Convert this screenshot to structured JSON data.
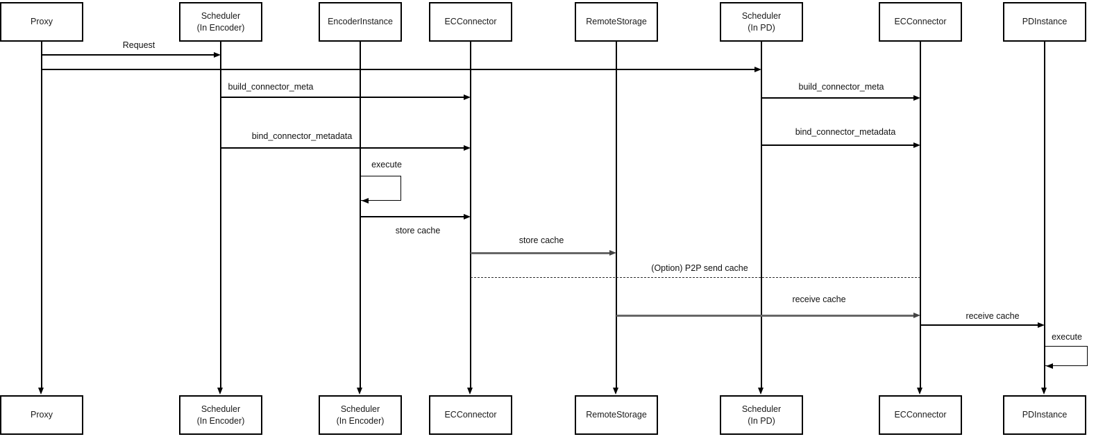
{
  "diagram": {
    "type": "uml-sequence-diagram",
    "colors": {
      "line": "#000000",
      "highlight_line": "#666666",
      "box_border": "#000000",
      "box_fill": "#ffffff",
      "background": "#ffffff",
      "text": "#111111"
    },
    "actors_top": [
      {
        "label": "Proxy"
      },
      {
        "label": "Scheduler\n(In Encoder)"
      },
      {
        "label": "EncoderInstance"
      },
      {
        "label": "ECConnector"
      },
      {
        "label": "RemoteStorage"
      },
      {
        "label": "Scheduler\n(In PD)"
      },
      {
        "label": "ECConnector"
      },
      {
        "label": "PDInstance"
      }
    ],
    "actors_bottom": [
      {
        "label": "Proxy"
      },
      {
        "label": "Scheduler\n(In Encoder)"
      },
      {
        "label": "Scheduler\n(In Encoder)"
      },
      {
        "label": "ECConnector"
      },
      {
        "label": "RemoteStorage"
      },
      {
        "label": "Scheduler\n(In PD)"
      },
      {
        "label": "ECConnector"
      },
      {
        "label": "PDInstance"
      }
    ],
    "messages": [
      {
        "label": "Request",
        "from": "Proxy",
        "to": "Scheduler (In Encoder)",
        "style": "solid"
      },
      {
        "label": "",
        "from": "Proxy",
        "to": "Scheduler (In PD)",
        "style": "solid"
      },
      {
        "label": "build_connector_meta",
        "from": "Scheduler (In Encoder)",
        "to": "ECConnector",
        "style": "solid"
      },
      {
        "label": "build_connector_meta",
        "from": "Scheduler (In PD)",
        "to": "ECConnector (PD side)",
        "style": "solid"
      },
      {
        "label": "bind_connector_metadata",
        "from": "Scheduler (In Encoder)",
        "to": "ECConnector",
        "style": "solid"
      },
      {
        "label": "bind_connector_metadata",
        "from": "Scheduler (In PD)",
        "to": "ECConnector (PD side)",
        "style": "solid"
      },
      {
        "label": "execute",
        "from": "EncoderInstance",
        "to": "EncoderInstance",
        "style": "self-loop"
      },
      {
        "label": "store cache",
        "from": "EncoderInstance",
        "to": "ECConnector",
        "style": "solid"
      },
      {
        "label": "store cache",
        "from": "ECConnector",
        "to": "RemoteStorage",
        "style": "solid-gray"
      },
      {
        "label": "(Option) P2P send cache",
        "from": "ECConnector",
        "to": "ECConnector (PD side)",
        "style": "dashed"
      },
      {
        "label": "receive cache",
        "from": "RemoteStorage",
        "to": "ECConnector (PD side)",
        "style": "solid-gray"
      },
      {
        "label": "receive cache",
        "from": "ECConnector (PD side)",
        "to": "PDInstance",
        "style": "solid"
      },
      {
        "label": "execute",
        "from": "PDInstance",
        "to": "PDInstance",
        "style": "self-loop"
      }
    ]
  }
}
